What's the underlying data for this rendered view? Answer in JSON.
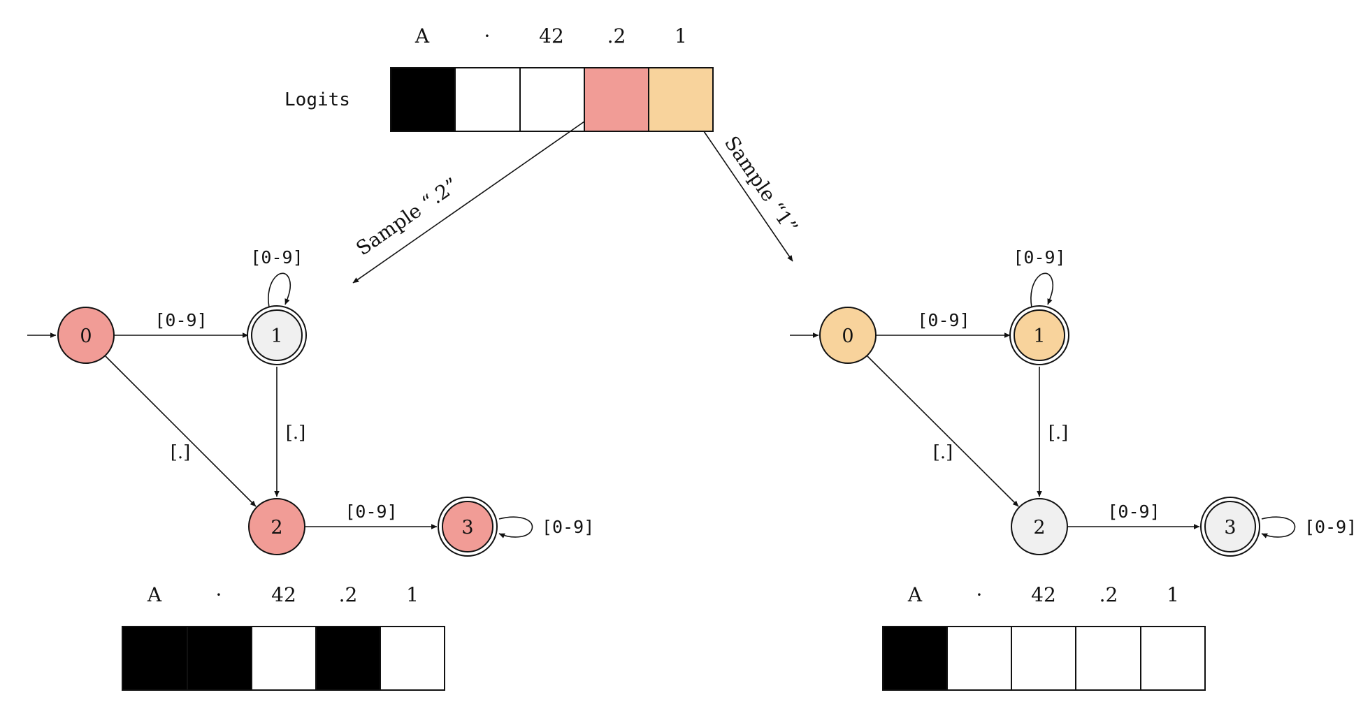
{
  "colors": {
    "black": "#000000",
    "white": "#ffffff",
    "red": "#f19c96",
    "orange": "#f8d39c",
    "gray": "#f0f0f0",
    "stroke": "#111111"
  },
  "top": {
    "row_label": "Logits",
    "tokens": [
      "A",
      "·",
      "42",
      ".2",
      "1"
    ],
    "cells": [
      "black",
      "white",
      "white",
      "red",
      "orange"
    ]
  },
  "arrows": {
    "left_label": "Sample “.2”",
    "right_label": "Sample “1”"
  },
  "automaton": {
    "digit_label": "[0-9]",
    "dot_label": "[.]",
    "states": [
      "0",
      "1",
      "2",
      "3"
    ],
    "accepting_states": [
      "1",
      "3"
    ]
  },
  "left": {
    "state_colors": [
      "red",
      "gray",
      "red",
      "red"
    ],
    "tokens": [
      "A",
      "·",
      "42",
      ".2",
      "1"
    ],
    "cells": [
      "black",
      "black",
      "white",
      "black",
      "white"
    ]
  },
  "right": {
    "state_colors": [
      "orange",
      "orange",
      "gray",
      "gray"
    ],
    "tokens": [
      "A",
      "·",
      "42",
      ".2",
      "1"
    ],
    "cells": [
      "black",
      "white",
      "white",
      "white",
      "white"
    ]
  }
}
